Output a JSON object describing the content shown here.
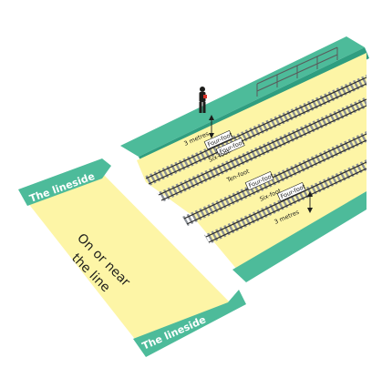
{
  "colors": {
    "lineside": "#4dbb9a",
    "on_near_line": "#fdf5a6",
    "sleeper": "#8a8f96",
    "rail": "#2a2a2a",
    "platform_edge": "#ffffff"
  },
  "labels": {
    "lineside_top": "The lineside",
    "lineside_bottom": "The lineside",
    "on_or_near_line_1": "On or near",
    "on_or_near_line_2": "the line",
    "three_metres_top": "3 metres",
    "three_metres_bottom": "3 metres",
    "four_foot_1": "Four-foot",
    "four_foot_2": "Four-foot",
    "four_foot_3": "Four-foot",
    "four_foot_4": "Four-foot",
    "six_foot_1": "Six-foot",
    "six_foot_2": "Six-foot",
    "ten_foot": "Ten-foot"
  },
  "icons": {
    "worker": "person-icon",
    "fence": "fence-icon"
  }
}
